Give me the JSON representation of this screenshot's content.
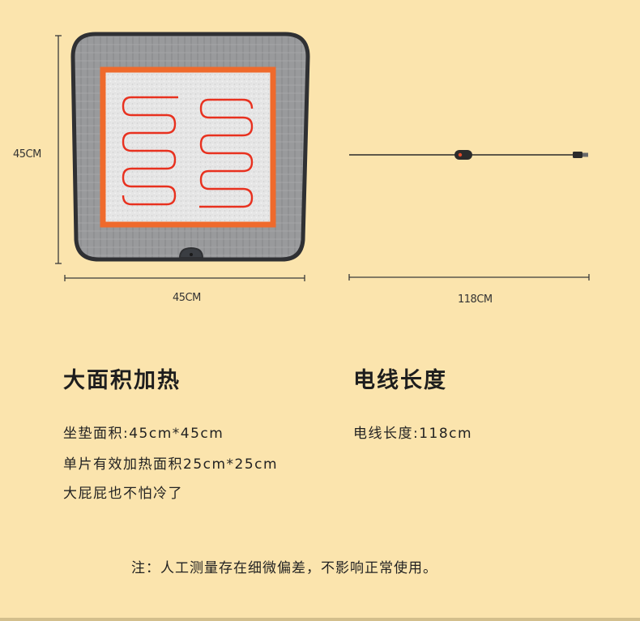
{
  "dimensions": {
    "height_label": "45CM",
    "width_label": "45CM",
    "cable_label": "118CM"
  },
  "left": {
    "title": "大面积加热",
    "lines": [
      "坐垫面积:45cm*45cm",
      "单片有效加热面积25cm*25cm",
      "大屁屁也不怕冷了"
    ]
  },
  "right": {
    "title": "电线长度",
    "lines": [
      "电线长度:118cm"
    ]
  },
  "note": "注：人工测量存在细微偏差，不影响正常使用。",
  "colors": {
    "background": "#fbe4ad",
    "cushion_border": "#2f3033",
    "cushion_fabric": "#9a9a9a",
    "heating_frame": "#ef6a2c",
    "heating_wire": "#e8311f"
  }
}
